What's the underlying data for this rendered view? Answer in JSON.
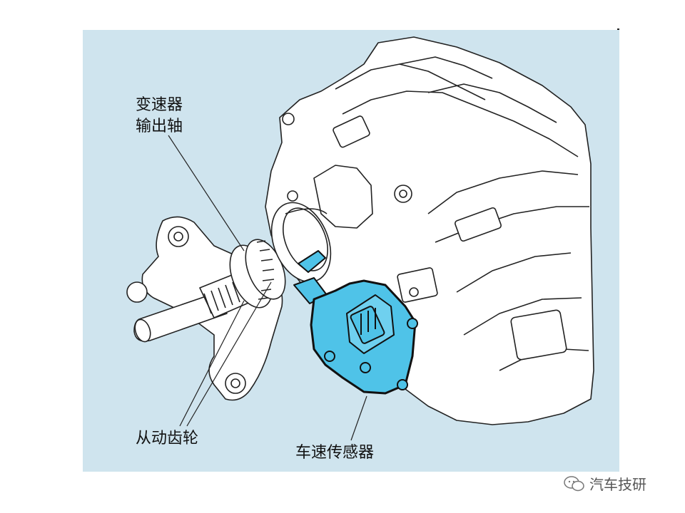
{
  "labels": {
    "output_shaft_line1": "变速器",
    "output_shaft_line2": "输出轴",
    "driven_gear": "从动齿轮",
    "speed_sensor": "车速传感器"
  },
  "watermark": {
    "text": "汽车技研",
    "icon": "wechat-icon"
  },
  "colors": {
    "background_panel": "#cfe4ee",
    "sensor_fill": "#4fc3e8",
    "outline": "#222222",
    "part_fill": "#ffffff"
  }
}
